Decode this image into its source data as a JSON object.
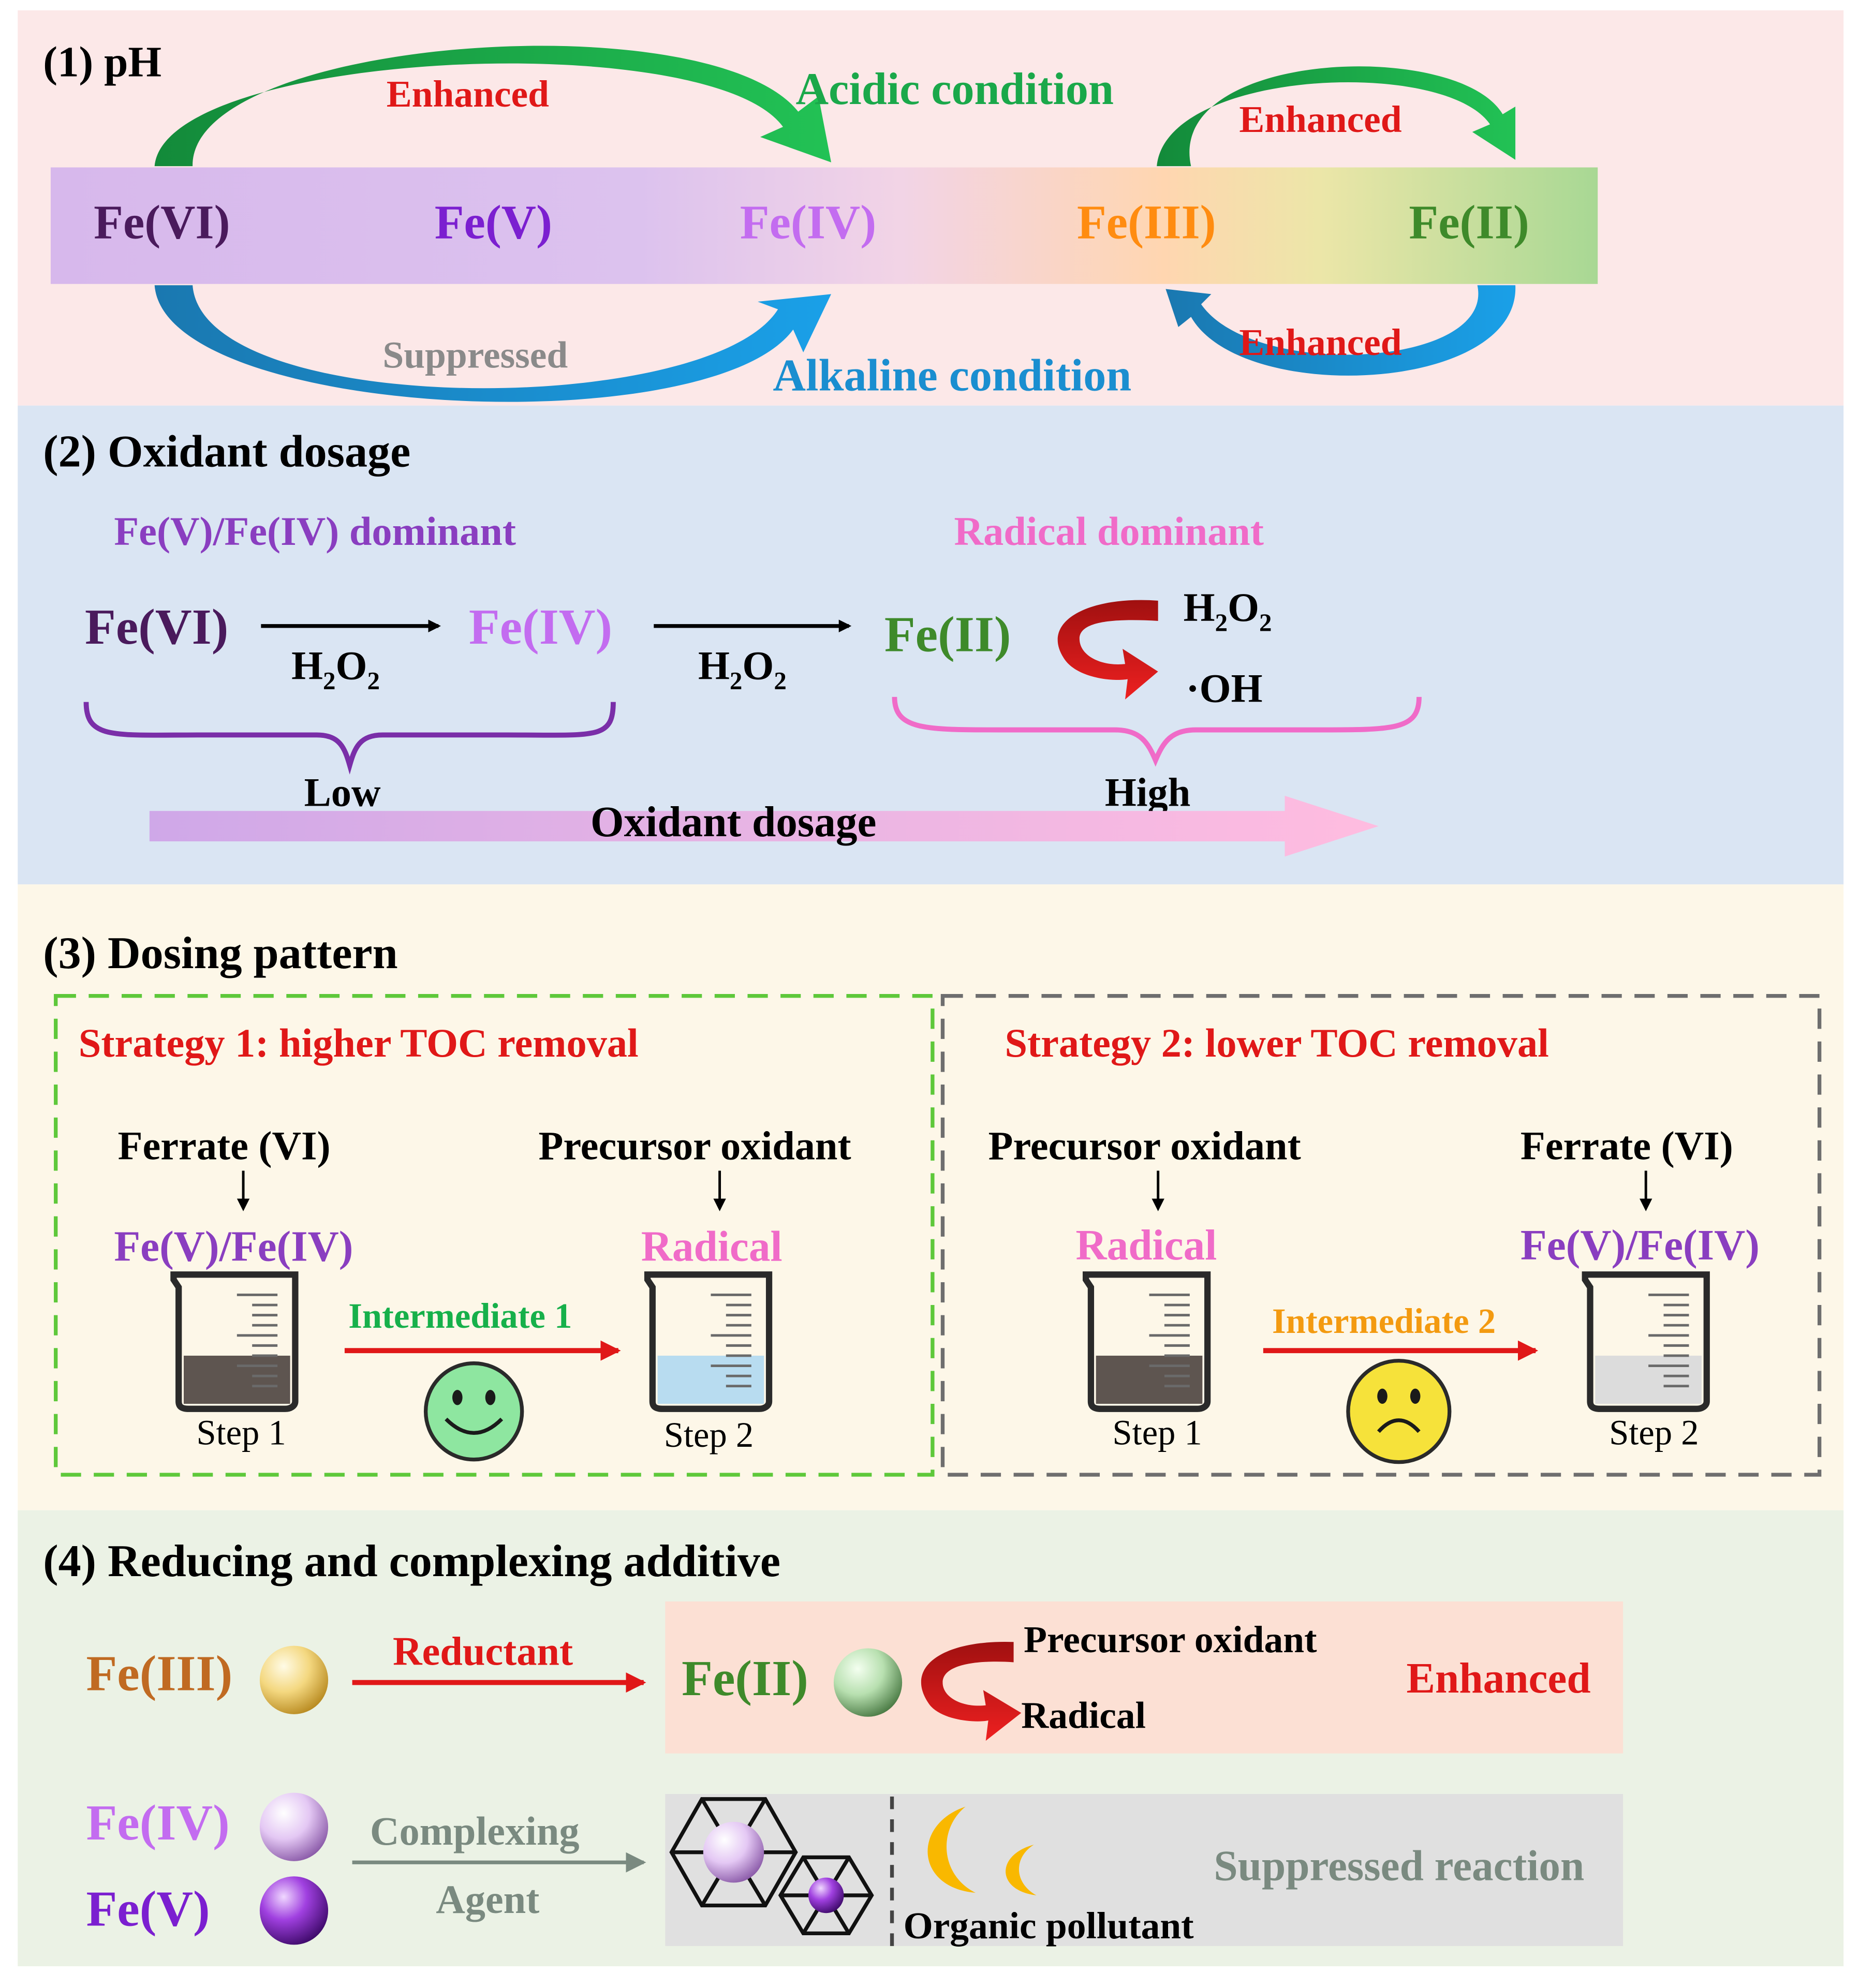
{
  "colors": {
    "panel1_bg": "#fce8e8",
    "panel2_bg": "#dae5f3",
    "panel3_bg": "#fdf7e8",
    "panel4_bg": "#ebf2e5",
    "fe6": "#4a1a5c",
    "fe5": "#7b1fd0",
    "fe4": "#c36cf0",
    "fe3": "#ff8c10",
    "fe2": "#3e8a2a",
    "fe3_p4": "#c06a22",
    "acidic": "#1aa84a",
    "alkaline": "#1a8ed0",
    "enhanced": "#e01818",
    "suppressed": "#8a8a8a",
    "radical": "#f06bc8",
    "intermediate1": "#16b04a",
    "intermediate2": "#f39a10"
  },
  "panel1": {
    "title": "(1) pH",
    "species": [
      "Fe(VI)",
      "Fe(V)",
      "Fe(IV)",
      "Fe(III)",
      "Fe(II)"
    ],
    "enhanced_top_left": "Enhanced",
    "acidic_label": "Acidic condition",
    "enhanced_top_right": "Enhanced",
    "suppressed": "Suppressed",
    "alkaline_label": "Alkaline condition",
    "enhanced_bottom_right": "Enhanced"
  },
  "panel2": {
    "title": "(2) Oxidant dosage",
    "dominant_left": "Fe(V)/Fe(IV) dominant",
    "dominant_right": "Radical dominant",
    "fe6": "Fe(VI)",
    "fe4": "Fe(IV)",
    "fe2": "Fe(II)",
    "h2o2_a_main": "H",
    "h2o2_sub": "2",
    "h2o2_o": "O",
    "oh": "·OH",
    "low": "Low",
    "high": "High",
    "axis_label": "Oxidant dosage"
  },
  "panel3": {
    "title": "(3) Dosing pattern",
    "strategy1": "Strategy 1: higher TOC removal",
    "strategy2": "Strategy 2: lower TOC removal",
    "s1_add1": "Ferrate (VI)",
    "s1_add2": "Precursor oxidant",
    "s1_sp1": "Fe(V)/Fe(IV)",
    "s1_sp2": "Radical",
    "s1_inter": "Intermediate 1",
    "s1_step1": "Step 1",
    "s1_step2": "Step 2",
    "s2_add1": "Precursor oxidant",
    "s2_add2": "Ferrate (VI)",
    "s2_sp1": "Radical",
    "s2_sp2": "Fe(V)/Fe(IV)",
    "s2_inter": "Intermediate 2",
    "s2_step1": "Step 1",
    "s2_step2": "Step 2"
  },
  "panel4": {
    "title": "(4) Reducing and complexing additive",
    "fe3": "Fe(III)",
    "reductant": "Reductant",
    "fe2": "Fe(II)",
    "precursor": "Precursor oxidant",
    "radical": "Radical",
    "enhanced": "Enhanced",
    "fe4": "Fe(IV)",
    "fe5": "Fe(V)",
    "complexing": "Complexing",
    "agent": "Agent",
    "suppressed_reaction": "Suppressed reaction",
    "organic_pollutant": "Organic pollutant"
  }
}
